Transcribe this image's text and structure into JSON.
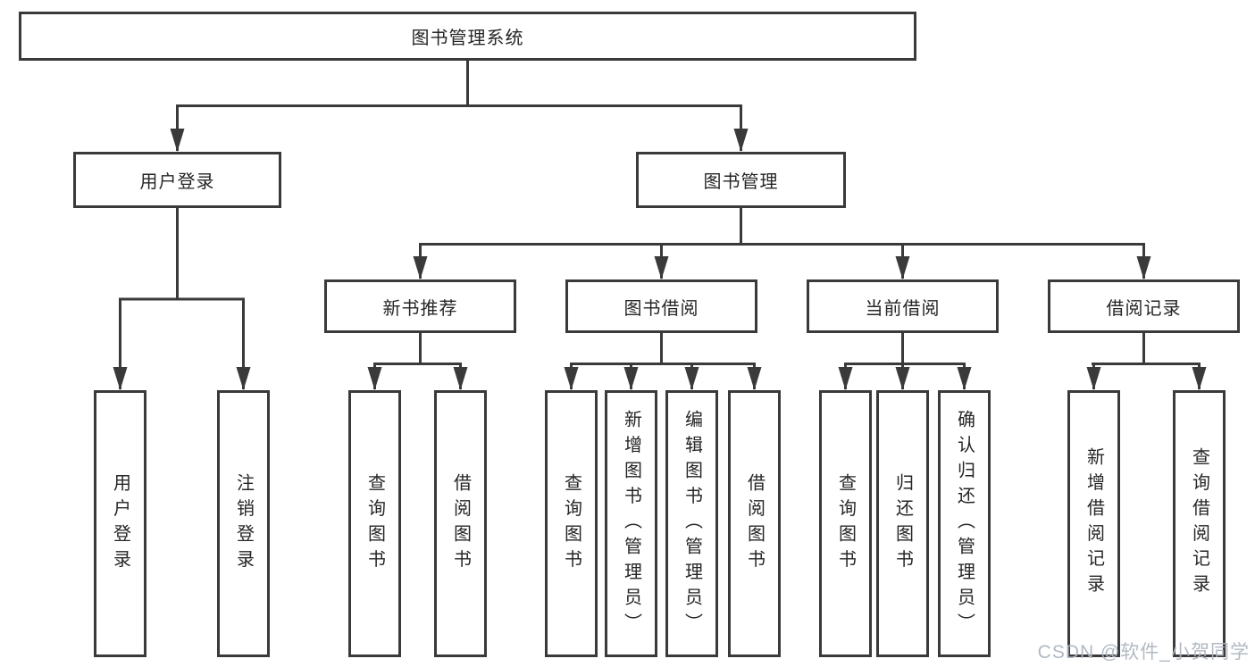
{
  "diagram": {
    "root": {
      "label": "图书管理系统"
    },
    "level2": [
      {
        "label": "用户登录"
      },
      {
        "label": "图书管理"
      }
    ],
    "level3": [
      {
        "label": "新书推荐"
      },
      {
        "label": "图书借阅"
      },
      {
        "label": "当前借阅"
      },
      {
        "label": "借阅记录"
      }
    ],
    "leaves": {
      "user_login": [
        "用户登录",
        "注销登录"
      ],
      "new_book_rec": [
        "查询图书",
        "借阅图书"
      ],
      "book_borrow": [
        "查询图书",
        "新增图书（管理员）",
        "编辑图书（管理员）",
        "借阅图书"
      ],
      "current_borrow": [
        "查询图书",
        "归还图书",
        "确认归还（管理员）"
      ],
      "borrow_record": [
        "新增借阅记录",
        "查询借阅记录"
      ]
    },
    "colors": {
      "line": "#3a3a3a",
      "text": "#262626",
      "background": "#ffffff"
    }
  },
  "watermark": {
    "text": "CSDN @软件_小贺同学"
  }
}
